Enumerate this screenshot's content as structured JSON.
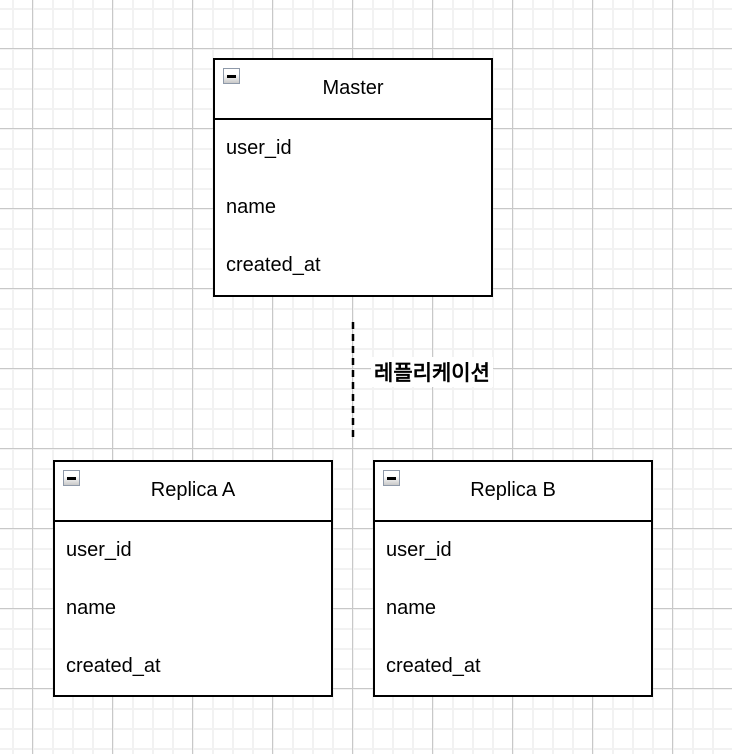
{
  "diagram": {
    "entities": [
      {
        "title": "Master",
        "fields": [
          "user_id",
          "name",
          "created_at"
        ]
      },
      {
        "title": "Replica A",
        "fields": [
          "user_id",
          "name",
          "created_at"
        ]
      },
      {
        "title": "Replica B",
        "fields": [
          "user_id",
          "name",
          "created_at"
        ]
      }
    ],
    "edge": {
      "label": "레플리케이션",
      "style": "dashed"
    },
    "icons": {
      "collapse": "minus-box"
    },
    "colors": {
      "shape_stroke": "#000000",
      "shape_fill": "#ffffff",
      "grid_minor": "#f2f2f2",
      "grid_major": "#c8c8c8",
      "collapse_border": "#8e99a9"
    }
  }
}
